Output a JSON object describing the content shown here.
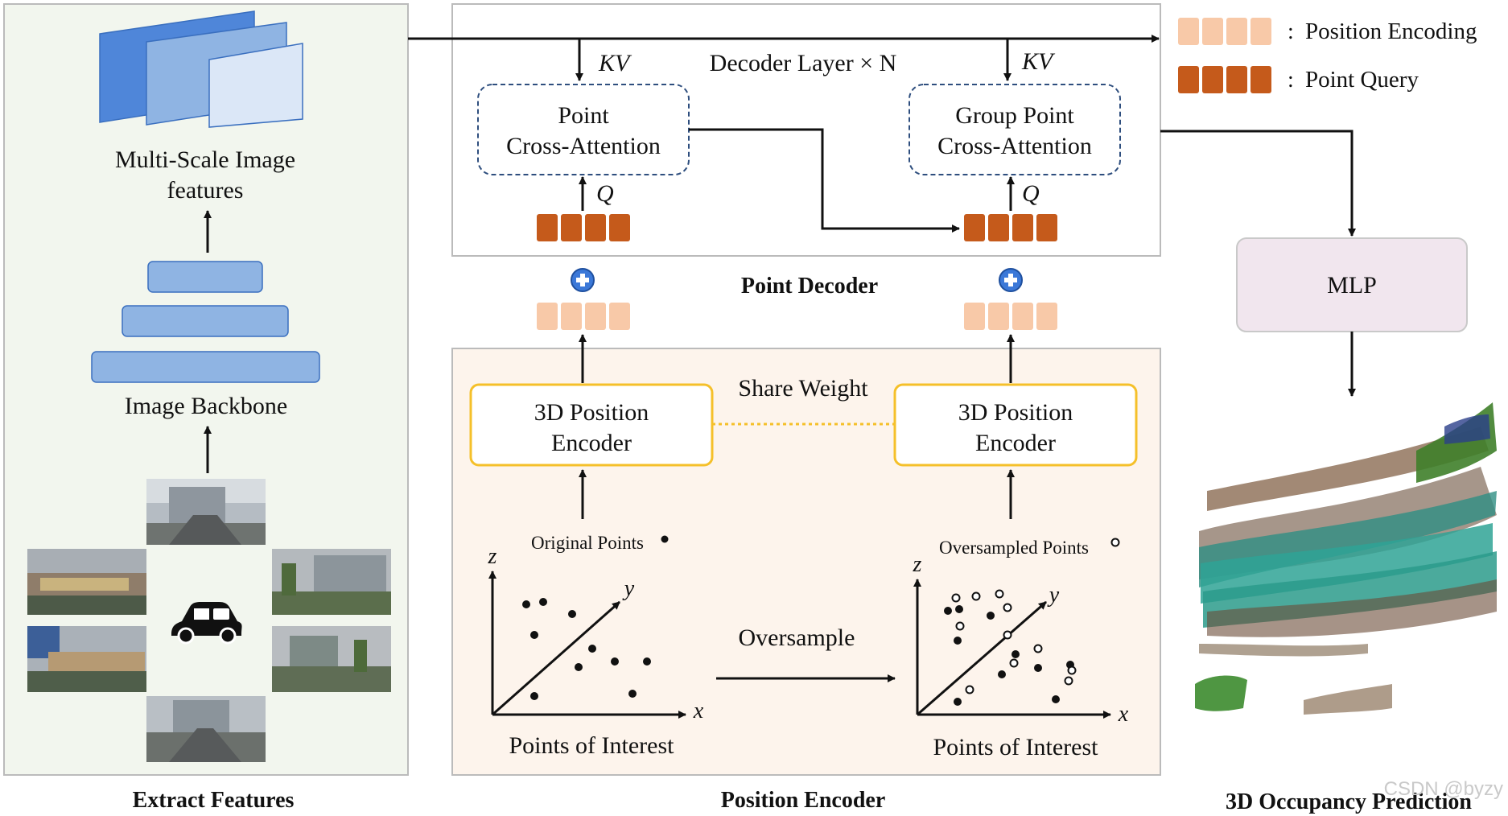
{
  "extract": {
    "multi_scale_line1": "Multi-Scale Image",
    "multi_scale_line2": "features",
    "backbone": "Image Backbone",
    "section_title": "Extract Features"
  },
  "decoder": {
    "layer_label": "Decoder Layer × N",
    "kv_left": "KV",
    "kv_right": "KV",
    "q_left": "Q",
    "q_right": "Q",
    "pca_line1": "Point",
    "pca_line2": "Cross-Attention",
    "gpca_line1": "Group Point",
    "gpca_line2": "Cross-Attention",
    "section_title": "Point Decoder"
  },
  "encoder": {
    "enc_left_line1": "3D Position",
    "enc_left_line2": "Encoder",
    "enc_right_line1": "3D Position",
    "enc_right_line2": "Encoder",
    "share_weight": "Share Weight",
    "original_points": "Original Points",
    "oversampled_points": "Oversampled Points",
    "oversample": "Oversample",
    "poi_left": "Points of Interest",
    "poi_right": "Points of Interest",
    "axis_z": "z",
    "axis_y": "y",
    "axis_x": "x",
    "section_title": "Position Encoder"
  },
  "legend": {
    "sep": ":",
    "position_encoding": "Position Encoding",
    "point_query": "Point Query"
  },
  "prediction": {
    "mlp": "MLP",
    "section_title": "3D Occupancy Prediction"
  },
  "watermark": "CSDN @byzy",
  "colors": {
    "query": "#c55a1b",
    "position_encoding": "#f8c9a8",
    "encoder_border": "#f5c02a",
    "attention_border": "#2e4e7e",
    "feature_blue": "#8fb4e3",
    "panel_bg": "#f2f6ee",
    "encoder_bg": "#fdf4ec",
    "mlp_bg": "#f1e6ee"
  }
}
